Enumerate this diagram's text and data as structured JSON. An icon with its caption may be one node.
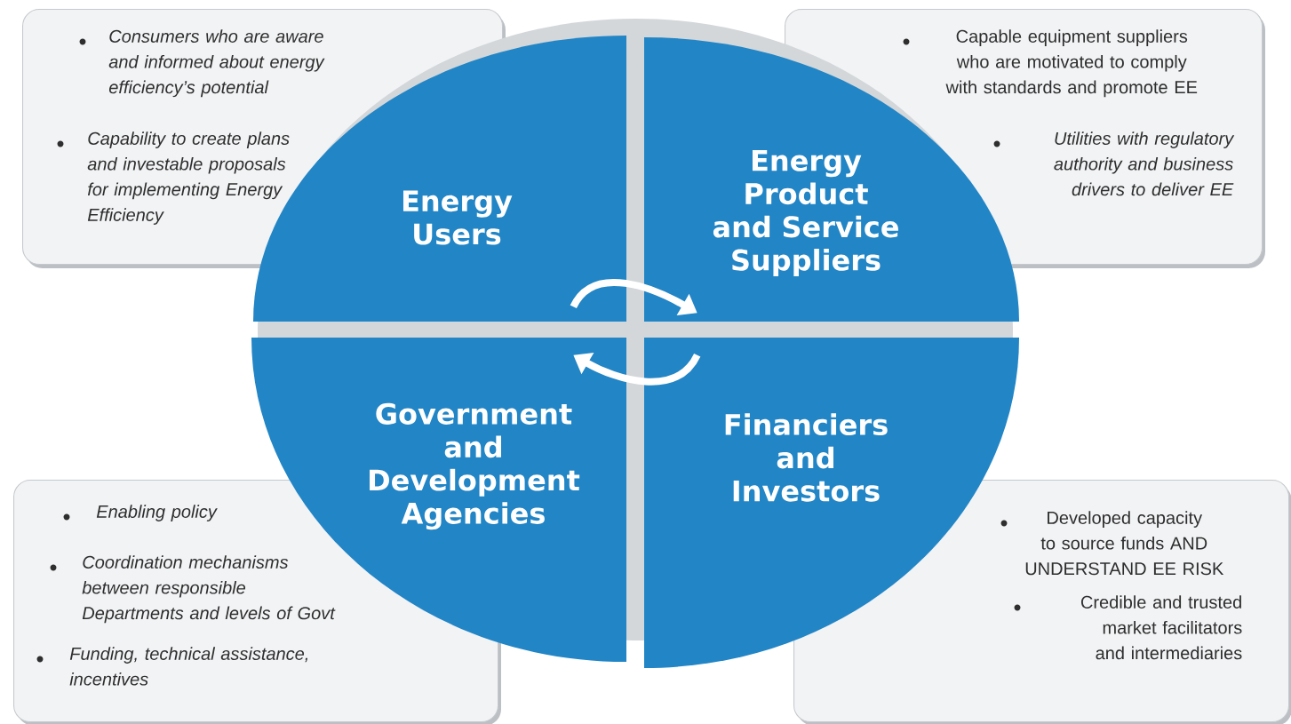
{
  "diagram": {
    "nodes": [
      {
        "text": [
          "Consumers who are aware and informed about energy efficiency’s potential",
          "Capability to create plans and investable proposals for implementing Energy Efficiency"
        ]
      },
      {
        "text": [
          "Energy Users"
        ]
      },
      {
        "text": [
          "Capable equipment suppliers who are motivated to comply with standards and promote EE",
          "Utilities with regulatory authority and business drivers to deliver EE"
        ]
      },
      {
        "text": [
          "Energy Product and Service Suppliers"
        ]
      },
      {
        "text": [
          "Enabling policy",
          "Coordination mechanisms between responsible Departments and levels of Govt",
          "Funding, technical assistance, incentives"
        ]
      },
      {
        "text": [
          "Government and Development Agencies"
        ]
      },
      {
        "text": [
          "Developed capacity to source funds AND UNDERSTAND EE RISK",
          "Credible and trusted market facilitators and intermediaries"
        ]
      },
      {
        "text": [
          "Financiers and Investors"
        ]
      }
    ],
    "edges": [
      {
        "from": 1,
        "to": 3,
        "arrow": "to"
      },
      {
        "from": 7,
        "to": 5,
        "arrow": "to"
      }
    ]
  }
}
